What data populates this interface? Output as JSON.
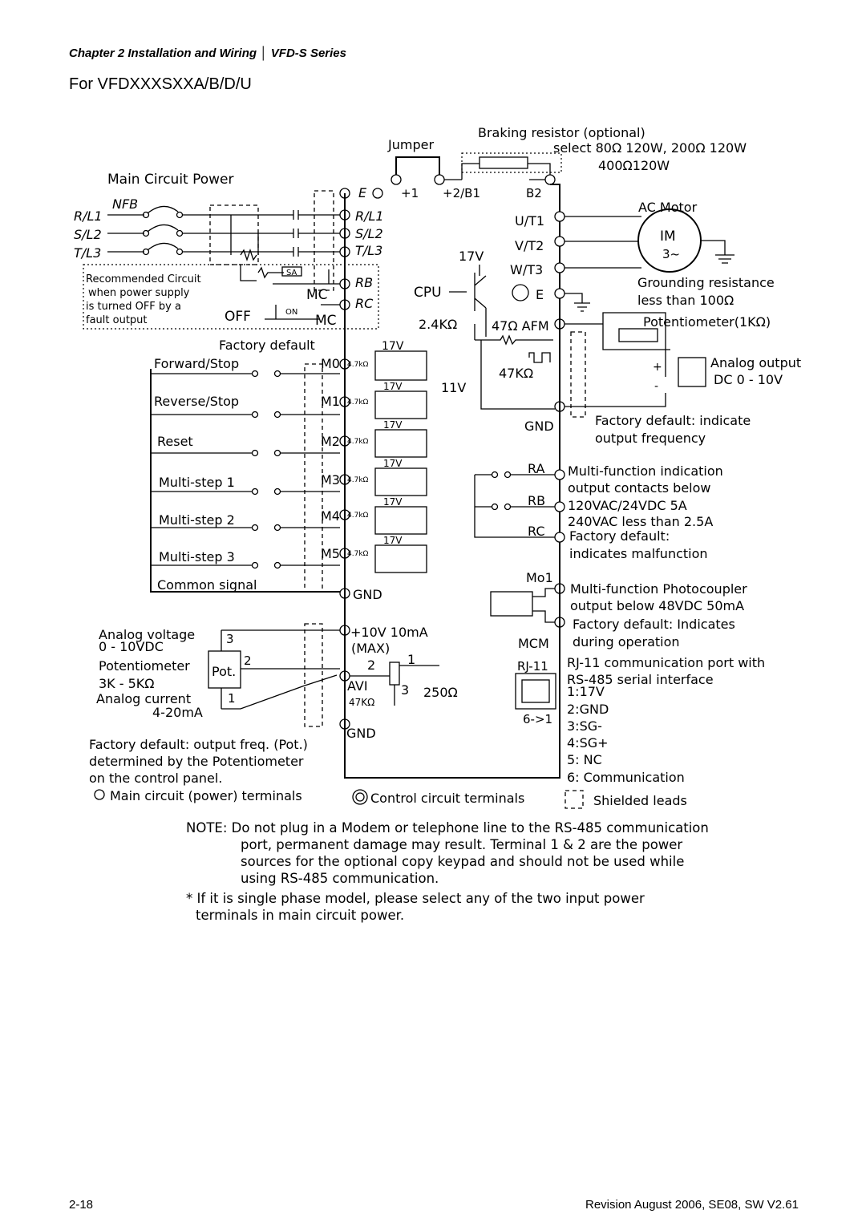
{
  "header": {
    "chapter": "Chapter 2 Installation and Wiring",
    "series": "VFD-S Series"
  },
  "model": "For VFDXXXSXXA/B/D/U",
  "power": {
    "jumper": "Jumper",
    "braking_title": "Braking resistor (optional)",
    "braking_select_1": "select 80Ω 120W, 200Ω  120W",
    "braking_select_2": "400Ω120W",
    "main_power": "Main Circuit Power",
    "nfb": "NFB",
    "inputs": [
      "R/L1",
      "S/L2",
      "T/L3"
    ],
    "terminals_in": [
      "R/L1",
      "S/L2",
      "T/L3"
    ],
    "earth": "E",
    "plus1": "+1",
    "plus2": "+2/B1",
    "b2": "B2",
    "outputs": [
      "U/T1",
      "V/T2",
      "W/T3"
    ],
    "e_out": "E",
    "ac_motor": "AC Motor",
    "im": "IM",
    "im_phase": "3~",
    "grounding_1": "Grounding resistance",
    "grounding_2": "less than 100Ω",
    "rec_circuit": [
      "Recommended Circuit",
      "when power supply",
      "is turned OFF by a",
      "fault output"
    ],
    "sa": "SA",
    "mc": "MC",
    "on": "ON",
    "off": "OFF",
    "mc2": "MC",
    "rb": "RB",
    "rc": "RC"
  },
  "control": {
    "cpu": "CPU",
    "v17": "17V",
    "r24k": "2.4KΩ",
    "afm": "47Ω AFM",
    "r47k": "47KΩ",
    "v11": "11V",
    "gnd_afm": "GND",
    "pot_label": "Potentiometer(1KΩ)",
    "analog_output_1": "Analog output",
    "analog_output_2": "DC 0 - 10V",
    "plus": "+",
    "minus": "-",
    "afm_default_1": "Factory default: indicate",
    "afm_default_2": "output frequency",
    "factory_default": "Factory default",
    "inputs": [
      {
        "label": "Forward/Stop",
        "terminal": "M0"
      },
      {
        "label": "Reverse/Stop",
        "terminal": "M1"
      },
      {
        "label": "Reset",
        "terminal": "M2"
      },
      {
        "label": "Multi-step 1",
        "terminal": "M3"
      },
      {
        "label": "Multi-step 2",
        "terminal": "M4"
      },
      {
        "label": "Multi-step 3",
        "terminal": "M5"
      }
    ],
    "res_47k": "4.7kΩ",
    "v17_small": "17V",
    "common_signal": "Common signal",
    "gnd": "GND",
    "relay_terms": [
      "RA",
      "RB",
      "RC"
    ],
    "relay_desc": [
      "Multi-function indication",
      "output contacts below",
      "120VAC/24VDC 5A",
      "240VAC less than 2.5A",
      "Factory default:",
      "indicates malfunction"
    ],
    "mo1": "Mo1",
    "mcm": "MCM",
    "photo_desc": [
      "Multi-function Photocoupler",
      "output below 48VDC 50mA",
      "Factory default: Indicates",
      "during operation"
    ],
    "rj11": "RJ-11",
    "rj11_pins": "6->1",
    "rj11_desc": [
      "RJ-11 communication port with",
      "RS-485 serial interface",
      "1:17V",
      "2:GND",
      "3:SG-",
      "4:SG+",
      "5: NC",
      "6: Communication"
    ],
    "analog_voltage_1": "Analog voltage",
    "analog_voltage_2": "0 - 10VDC",
    "potentiometer_1": "Potentiometer",
    "potentiometer_2": "3K - 5KΩ",
    "analog_current_1": "Analog current",
    "analog_current_2": "4-20mA",
    "pot": "Pot.",
    "pin3": "3",
    "pin2": "2",
    "pin1": "1",
    "v10": "+10V 10mA",
    "max": "(MAX)",
    "avi": "AVI",
    "avi_2": "2",
    "avi_1": "1",
    "avi_3": "3",
    "r250": "250Ω",
    "r47k_avi": "47KΩ",
    "gnd2": "GND",
    "pot_default": [
      "Factory default: output freq. (Pot.)",
      "determined by the Potentiometer",
      "on the control panel."
    ]
  },
  "legend": {
    "main": "Main circuit (power) terminals",
    "control": "Control circuit terminals",
    "shielded": "Shielded leads"
  },
  "notes": {
    "note_prefix": "NOTE:",
    "note_lines": [
      "Do not plug in a Modem or telephone line to the RS-485 communication",
      "port, permanent damage may result. Terminal 1 & 2 are the power",
      "sources for the optional copy keypad and should not be used while",
      "using RS-485 communication."
    ],
    "single_phase": [
      "* If it is single phase model, please select any of the two input power",
      "terminals in main circuit power."
    ]
  },
  "footer": {
    "page": "2-18",
    "revision": "Revision August 2006, SE08, SW V2.61"
  }
}
